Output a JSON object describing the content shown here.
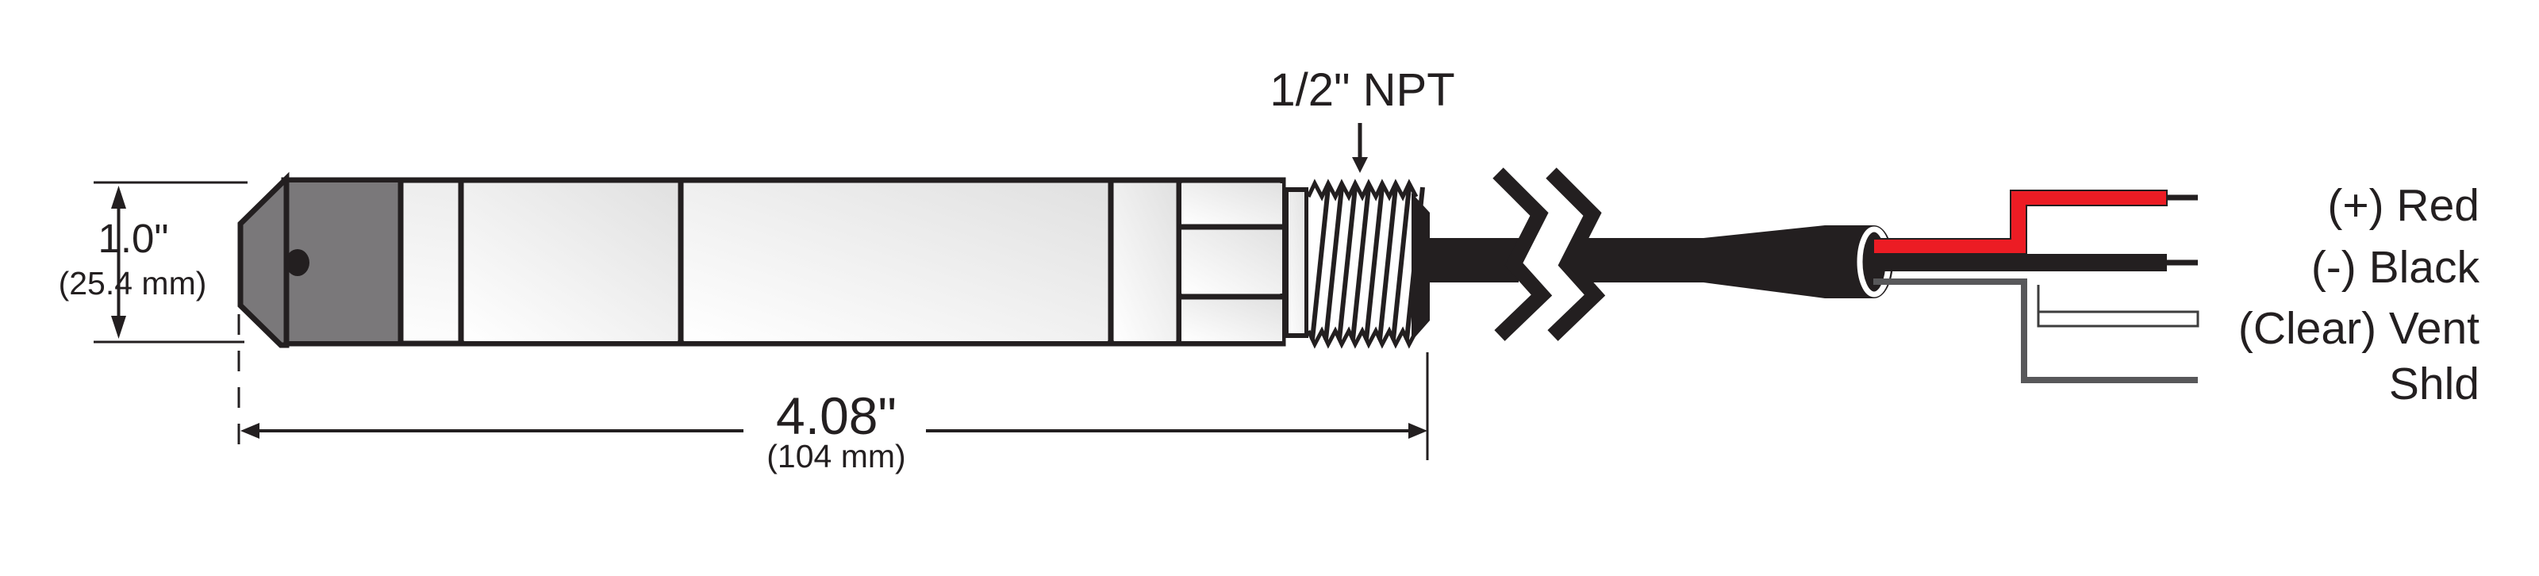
{
  "diagram": {
    "title": "Pressure transducer outline dimension drawing",
    "npt_callout": {
      "label": "1/2\" NPT"
    },
    "height_dimension": {
      "inches": "1.0\"",
      "metric": "(25.4 mm)"
    },
    "length_dimension": {
      "inches": "4.08\"",
      "metric": "(104 mm)"
    },
    "wires": [
      {
        "id": "positive",
        "label": "(+) Red",
        "color": "#ec1c24"
      },
      {
        "id": "negative",
        "label": "(-) Black",
        "color": "#231f20"
      },
      {
        "id": "vent",
        "label": "(Clear) Vent",
        "color": "#ffffff"
      },
      {
        "id": "shield",
        "label": "Shld",
        "color": "#58585a"
      }
    ]
  },
  "colors": {
    "line_black": "#231f20",
    "nose_gray": "#7a787a",
    "shield_gray": "#58585a",
    "wire_red": "#ec1c24",
    "body_shade": "#e2e2e2",
    "vent_outline": "#3d3d3d"
  }
}
